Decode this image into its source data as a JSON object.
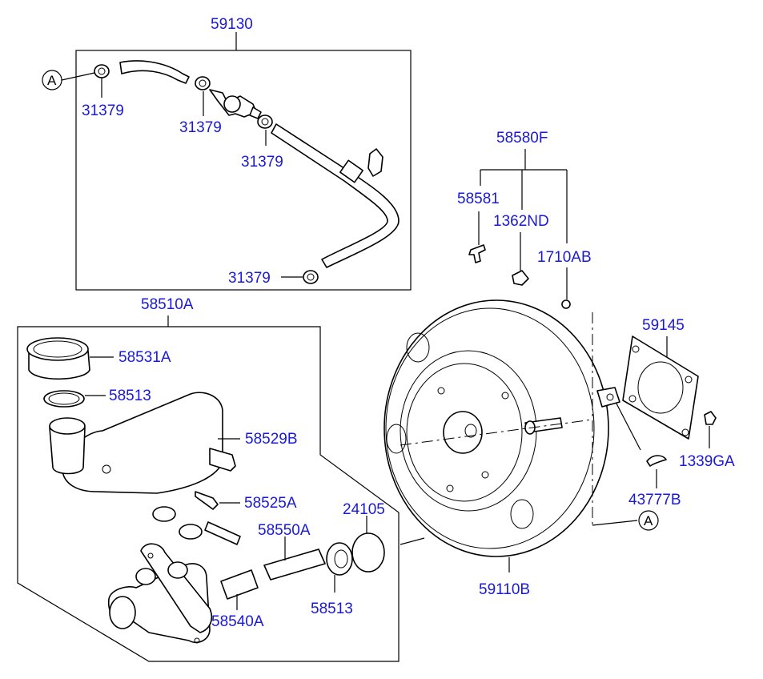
{
  "labels": {
    "p59130": "59130",
    "p31379_a": "31379",
    "p31379_b": "31379",
    "p31379_c": "31379",
    "p31379_d": "31379",
    "p58580F": "58580F",
    "p58581": "58581",
    "p1362ND": "1362ND",
    "p1710AB": "1710AB",
    "p59145": "59145",
    "p1339GA": "1339GA",
    "p43777B": "43777B",
    "p59110B": "59110B",
    "p58510A": "58510A",
    "p58531A": "58531A",
    "p58513_a": "58513",
    "p58529B": "58529B",
    "p58525A": "58525A",
    "p58550A": "58550A",
    "p24105": "24105",
    "p58513_b": "58513",
    "p58540A": "58540A"
  },
  "callouts": {
    "ref_a_left": "A",
    "ref_a_right": "A"
  }
}
